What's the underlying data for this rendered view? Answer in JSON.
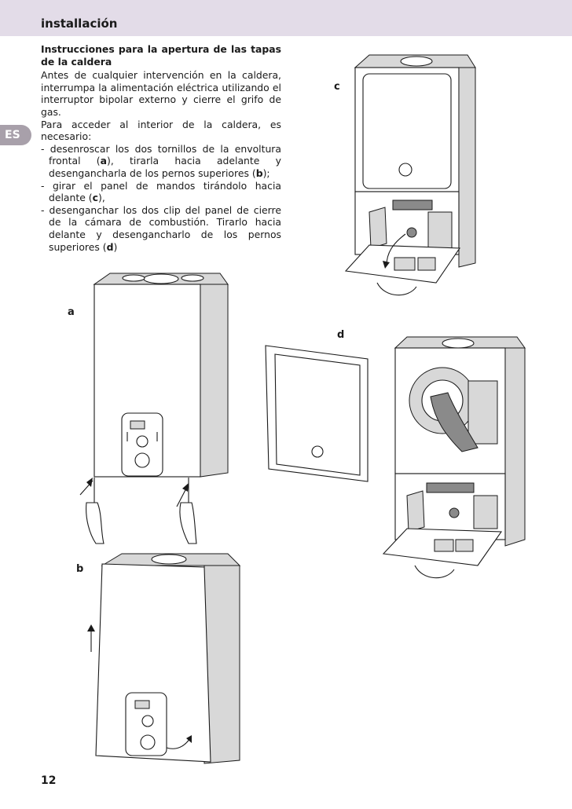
{
  "header": {
    "title": "installación",
    "color": "#e3dce8"
  },
  "lang_tab": {
    "label": "ES",
    "color": "#a8a0aa"
  },
  "instructions": {
    "heading": "Instrucciones para la apertura de las tapas de la caldera",
    "intro": "Antes de cualquier intervención en la caldera, interrumpa la alimentación eléctrica utilizando el interruptor bipolar externo y cierre el grifo de gas.",
    "access": "Para acceder al interior de la caldera, es necesario:",
    "step1_pre": "- desenroscar los dos tornillos de la envoltura frontal (",
    "step1_ref": "a",
    "step1_post": "), tirarla hacia adelante y desengancharla de los pernos superiores (",
    "step1_ref2": "b",
    "step1_end": ");",
    "step2_pre": "- girar el panel de mandos tirándolo hacia delante (",
    "step2_ref": "c",
    "step2_end": "),",
    "step3_pre": "- desenganchar los dos clip del panel de cierre de la cámara de combustión. Tirarlo hacia delante y desengancharlo de los pernos superiores (",
    "step3_ref": "d",
    "step3_end": ")"
  },
  "figures": {
    "a": "a",
    "b": "b",
    "c": "c",
    "d": "d"
  },
  "page_number": "12"
}
